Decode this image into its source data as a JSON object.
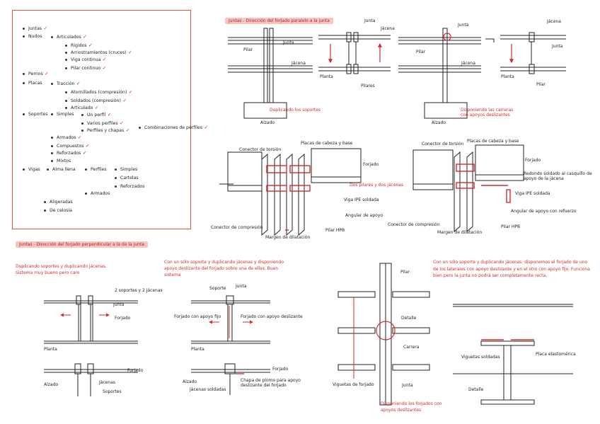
{
  "outline": [
    {
      "text": "Juntas",
      "tick": true,
      "level": 0
    },
    {
      "text": "Nudos",
      "tick": false,
      "level": 0
    },
    {
      "text": "Articulados",
      "tick": true,
      "level": 1
    },
    {
      "text": "Rígidos",
      "tick": true,
      "level": 2
    },
    {
      "text": "Arriostramientos (cruces)",
      "tick": true,
      "level": 2
    },
    {
      "text": "Viga continua",
      "tick": true,
      "level": 2
    },
    {
      "text": "Pilar continuo",
      "tick": true,
      "level": 2
    },
    {
      "text": "Pernos",
      "tick": true,
      "level": 0
    },
    {
      "text": "Placas",
      "tick": false,
      "level": 0
    },
    {
      "text": "Tracción",
      "tick": true,
      "level": 1
    },
    {
      "text": "Atornillados (compresión)",
      "tick": true,
      "level": 2
    },
    {
      "text": "Soldados (compresión)",
      "tick": true,
      "level": 2
    },
    {
      "text": "Articulado",
      "tick": true,
      "level": 2
    },
    {
      "text": "Soportes",
      "tick": false,
      "level": 0
    },
    {
      "text": "Simples",
      "tick": false,
      "level": 1
    },
    {
      "text": "Un perfil",
      "tick": true,
      "level": 2
    },
    {
      "text": "Varios perfiles",
      "tick": true,
      "level": 2
    },
    {
      "text": "Perfiles y chapas",
      "tick": true,
      "level": 2
    },
    {
      "text": "Combinaciones de perfiles",
      "tick": true,
      "level": 3
    },
    {
      "text": "Armados",
      "tick": true,
      "level": 1
    },
    {
      "text": "Compuestos",
      "tick": true,
      "level": 1
    },
    {
      "text": "Reforzados",
      "tick": true,
      "level": 1
    },
    {
      "text": "Mixtos",
      "tick": false,
      "level": 1
    },
    {
      "text": "Vigas",
      "tick": false,
      "level": 0
    },
    {
      "text": "Alma llena",
      "tick": false,
      "level": 1
    },
    {
      "text": "Perfiles",
      "tick": false,
      "level": 2
    },
    {
      "text": "Simples",
      "tick": false,
      "level": 3
    },
    {
      "text": "Cartelas",
      "tick": false,
      "level": 3
    },
    {
      "text": "Reforzados",
      "tick": false,
      "level": 3
    },
    {
      "text": "Armados",
      "tick": false,
      "level": 2
    },
    {
      "text": "Aligeradas",
      "tick": false,
      "level": 1
    },
    {
      "text": "De celosía",
      "tick": false,
      "level": 1
    }
  ],
  "top": {
    "section_title": "Juntas - Dirección del forjado paralelo a la junta",
    "labels": {
      "junta": "Junta",
      "jacena": "Jácena",
      "pilar": "Pilar",
      "pilares": "Pilares",
      "planta": "Planta",
      "alzado": "Alzado",
      "duplicando": "Duplicando los soportes",
      "disponiendo": "Disponiendo las carreras con apoyos deslizantes"
    },
    "left3d": {
      "conector_torsion": "Conector de torsión",
      "placas": "Placas de cabeza y base",
      "forjado": "Forjado",
      "dos_pilares": "Dos pilares y dos jácenas",
      "viga_ipe": "Viga IPE soldada",
      "angular": "Angular de apoyo",
      "conector_compresion": "Conector de compresión",
      "pilar_hpb": "Pilar HPB",
      "margen": "Margen de dilatación"
    },
    "right3d": {
      "conector_torsion": "Conector de torsión",
      "placas": "Placas de cabeza y base",
      "forjado": "Forjado",
      "redondo": "Redondo soldado al casquillo de apoyo de la jácena",
      "viga_ipe": "Viga IPE soldada",
      "angular": "Angular de apoyo con refuerzo",
      "conector_compresion": "Conector de compresión",
      "pilar_hpb": "Pilar HPB",
      "margen": "Margen de dilatación"
    }
  },
  "bottom": {
    "section_title": "Juntas - Dirección del forjado perpendicular a la de la junta",
    "col1": {
      "note": "Duplicando soportes y duplicando jácenas. Sistema muy bueno pero caro",
      "soportes_jacenas": "2 soportes y 2 jácenas",
      "junta": "Junta",
      "forjado": "Forjado",
      "planta": "Planta",
      "alzado": "Alzado",
      "jacenas": "Jácenas",
      "soportes": "Soportes"
    },
    "col2": {
      "note": "Con un sólo soporte y duplicando jácenas y disponiendo apoyo deslizante del forjado sobre una de ellas. Buen sistema",
      "soporte": "Soporte",
      "junta": "Junta",
      "forjado_fijo": "Forjado con apoyo fijo",
      "forjado_desliz": "Forjado con apoyo deslizante",
      "planta": "Planta",
      "alzado": "Alzado",
      "forjado": "Forjado",
      "jacenas_soldadas": "Jácenas soldadas",
      "chapa": "Chapa de plomo para apoyo deslizante del forjado"
    },
    "col3": {
      "pilar": "Pilar",
      "detalle": "Detalle",
      "carrera": "Carrera",
      "viguetas": "Viguetas de forjado",
      "junta": "Junta",
      "disponiendo": "Disponiendo los forjados con apoyos deslizantes"
    },
    "col4": {
      "note": "Con un sólo soporte y duplicando jácenas: disponemos el forjado de uno de los laterales con apoyo deslizante y en el otro con apoyo fijo. Funciona bien pero la junta no podrá ser completamente recta.",
      "viguetas_soldadas": "Viguetas soldadas",
      "placa": "Placa elastomérica",
      "detalle": "Detalle"
    }
  },
  "colors": {
    "accent": "#d62a2a",
    "ink": "#222222",
    "title_bg": "#f7c6c0"
  }
}
